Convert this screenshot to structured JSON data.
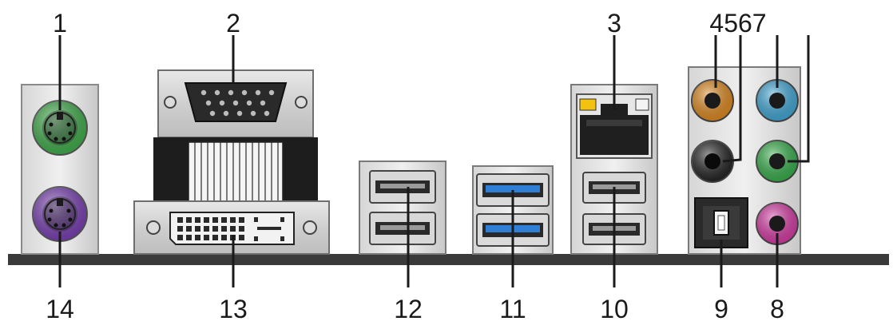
{
  "callouts": {
    "c1": "1",
    "c2": "2",
    "c3": "3",
    "c4567": "4567",
    "c8": "8",
    "c9": "9",
    "c10": "10",
    "c11": "11",
    "c12": "12",
    "c13": "13",
    "c14": "14"
  },
  "colors": {
    "ps2_keyboard": "#7a3fb5",
    "ps2_mouse": "#3fae4a",
    "usb3_insert": "#2f7fd6",
    "audio_lightblue": "#3fa8d8",
    "audio_green": "#35b04a",
    "audio_pink": "#d83aa6",
    "audio_orange": "#e08a1e",
    "audio_black": "#222222",
    "lan_led_yellow": "#f2c20f"
  }
}
